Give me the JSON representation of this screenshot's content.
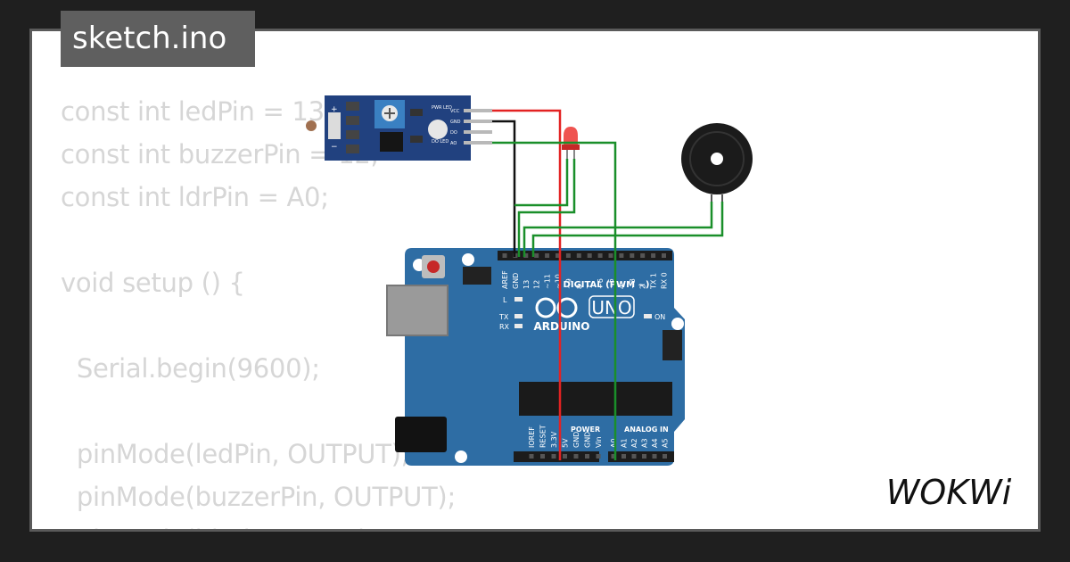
{
  "window": {
    "title": "sketch.ino"
  },
  "code_lines": [
    "const int ledPin = 13;",
    "const int buzzerPin = 12;",
    "const int ldrPin = A0;",
    "",
    "void setup () {",
    "",
    "  Serial.begin(9600);",
    "",
    "  pinMode(ledPin, OUTPUT);",
    "  pinMode(buzzerPin, OUTPUT);",
    "  pinMode(ldrPin, INPUT);"
  ],
  "ldr_module": {
    "pins": [
      "VCC",
      "GND",
      "DO",
      "AO"
    ],
    "leds": [
      "PWR LED",
      "DO LED"
    ],
    "marks": [
      "+",
      "−"
    ]
  },
  "arduino": {
    "model": "UNO",
    "brand": "ARDUINO",
    "header_label": "DIGITAL (PWM ~)",
    "power_label": "POWER",
    "analog_label": "ANALOG IN",
    "digital_pins": [
      "AREF",
      "GND",
      "13",
      "12",
      "~11",
      "~10",
      "~9",
      "8",
      "7",
      "~6",
      "~5",
      "4",
      "~3",
      "2",
      "TX 1",
      "RX 0"
    ],
    "power_pins": [
      "IOREF",
      "RESET",
      "3.3V",
      "5V",
      "GND",
      "GND",
      "Vin"
    ],
    "analog_pins": [
      "A0",
      "A1",
      "A2",
      "A3",
      "A4",
      "A5"
    ],
    "indicators": [
      "L",
      "TX",
      "RX",
      "ON"
    ]
  },
  "brand_logo": "WOKWi",
  "colors": {
    "board": "#2e6da4",
    "module": "#21417f",
    "wire_red": "#e32222",
    "wire_black": "#111111",
    "wire_green": "#1a8f2a",
    "code_text": "#d6d6d6"
  }
}
